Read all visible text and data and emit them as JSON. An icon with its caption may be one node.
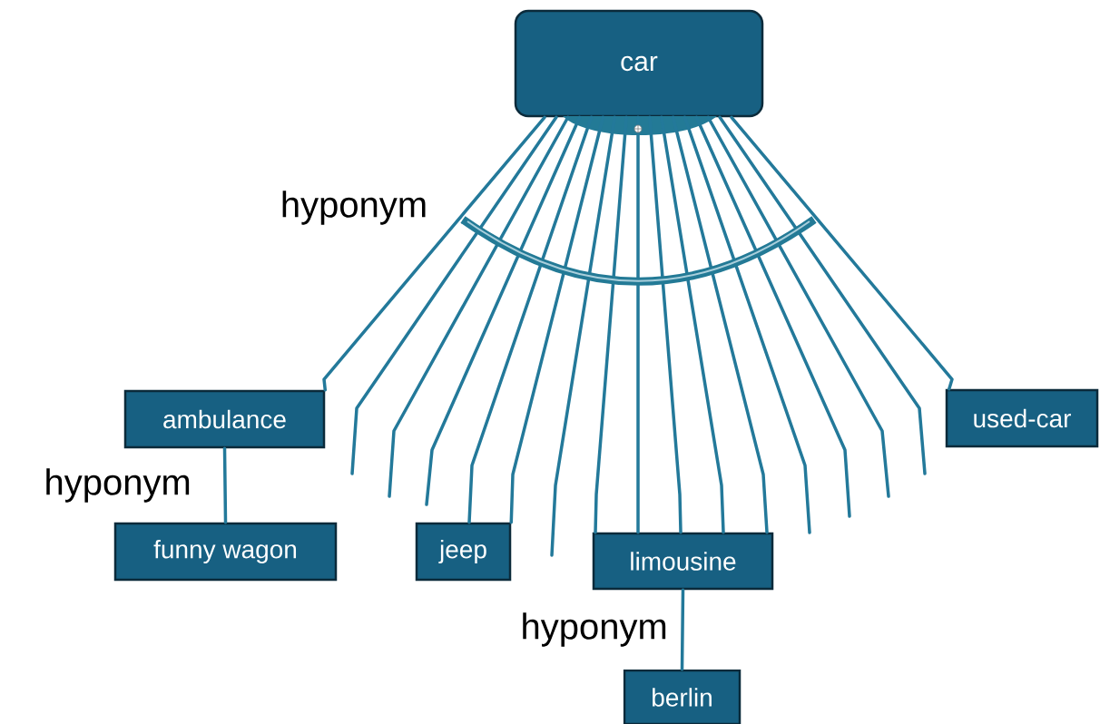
{
  "diagram": {
    "nodes": [
      {
        "text": [
          "car"
        ]
      },
      {
        "text": [
          "ambulance"
        ]
      },
      {
        "text": [
          "funny wagon"
        ]
      },
      {
        "text": [
          "jeep"
        ]
      },
      {
        "text": [
          "limousine"
        ]
      },
      {
        "text": [
          "berlin"
        ]
      },
      {
        "text": [
          "used-car"
        ]
      }
    ],
    "edges": [
      {
        "from": 0,
        "to": 1,
        "arrow": "none"
      },
      {
        "from": 0,
        "to": null,
        "arrow": "none"
      },
      {
        "from": 0,
        "to": null,
        "arrow": "none"
      },
      {
        "from": 0,
        "to": null,
        "arrow": "none"
      },
      {
        "from": 0,
        "to": 3,
        "arrow": "none"
      },
      {
        "from": 0,
        "to": 3,
        "arrow": "none"
      },
      {
        "from": 0,
        "to": null,
        "arrow": "none"
      },
      {
        "from": 0,
        "to": 4,
        "arrow": "none"
      },
      {
        "from": 0,
        "to": 4,
        "arrow": "none"
      },
      {
        "from": 0,
        "to": 4,
        "arrow": "none"
      },
      {
        "from": 0,
        "to": 4,
        "arrow": "none"
      },
      {
        "from": 0,
        "to": 4,
        "arrow": "none"
      },
      {
        "from": 0,
        "to": null,
        "arrow": "none"
      },
      {
        "from": 0,
        "to": null,
        "arrow": "none"
      },
      {
        "from": 0,
        "to": null,
        "arrow": "none"
      },
      {
        "from": 0,
        "to": null,
        "arrow": "none"
      },
      {
        "from": 0,
        "to": 6,
        "arrow": "none"
      },
      {
        "from": 1,
        "to": 2,
        "label": "hyponym",
        "arrow": "none"
      },
      {
        "from": 4,
        "to": 5,
        "label": "hyponym",
        "arrow": "none"
      }
    ],
    "labels": [
      "hyponym"
    ]
  }
}
